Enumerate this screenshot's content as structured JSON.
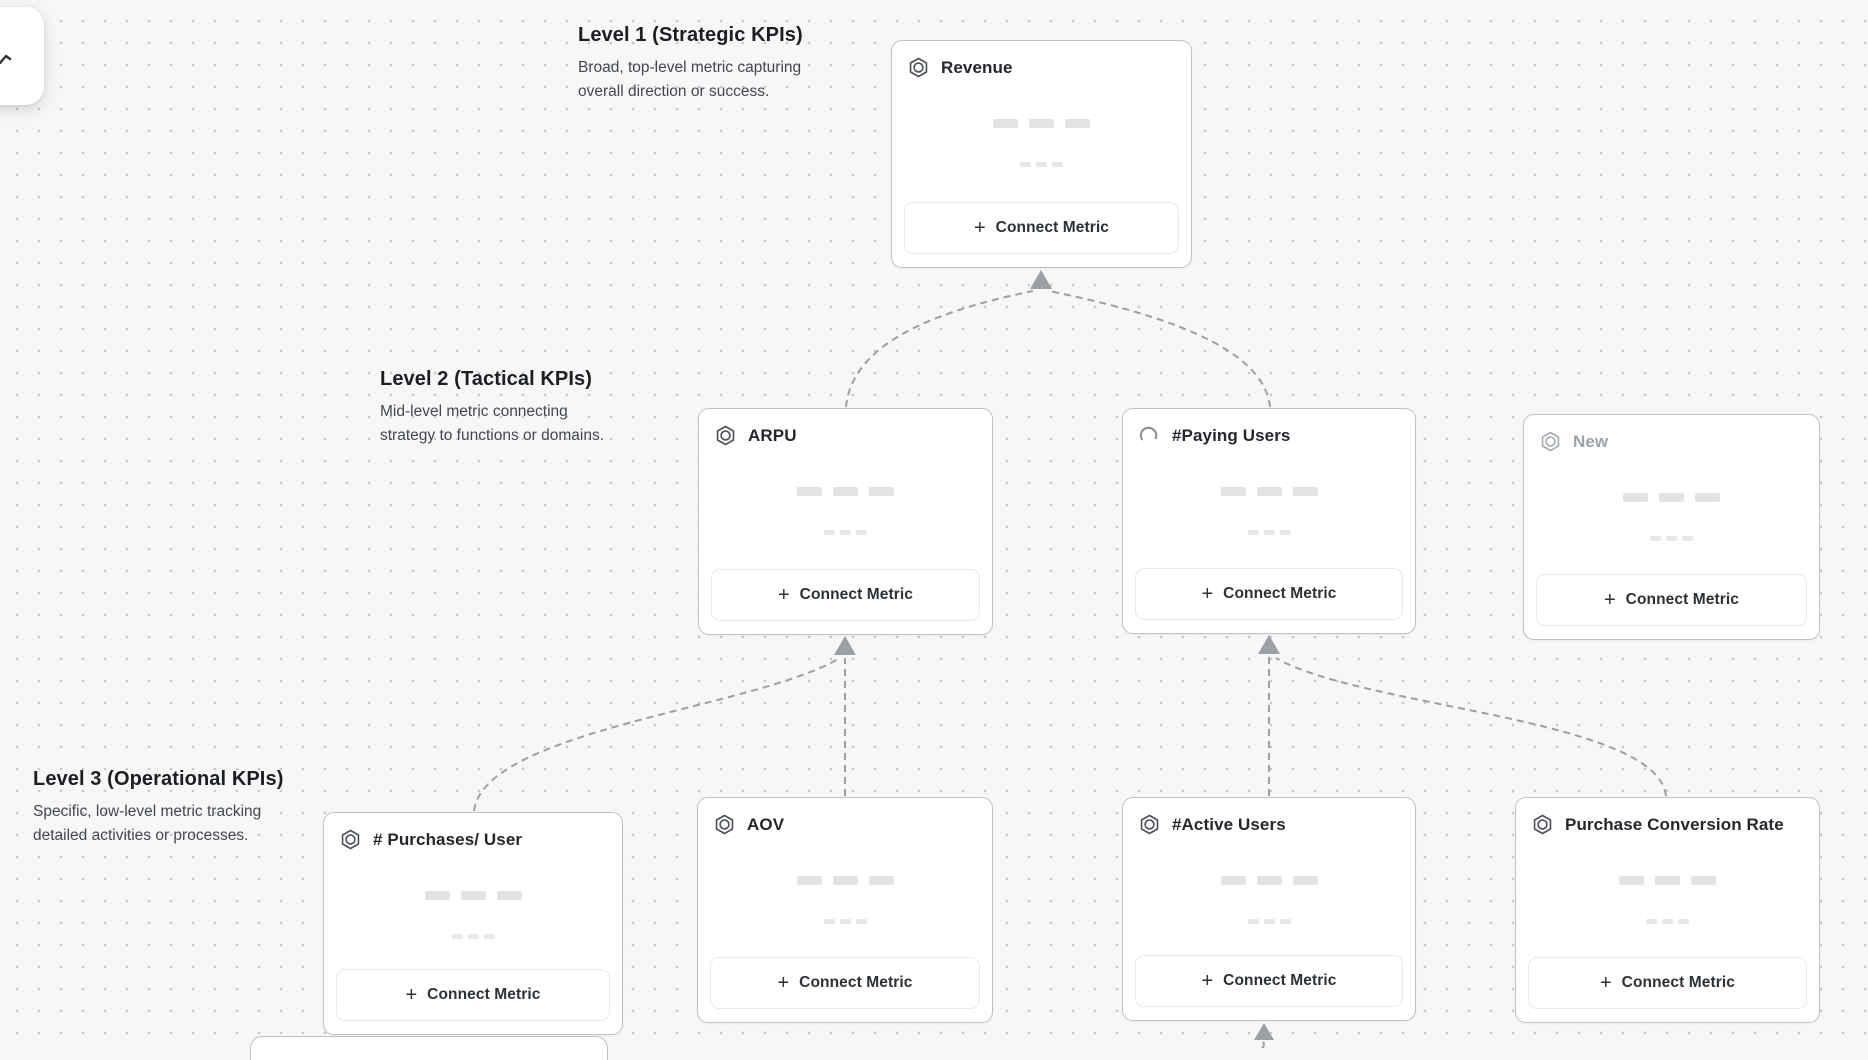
{
  "levels": [
    {
      "title": "Level 1 (Strategic KPIs)",
      "description": "Broad, top-level metric capturing overall direction or success."
    },
    {
      "title": "Level 2 (Tactical KPIs)",
      "description": "Mid-level metric connecting strategy to functions or domains."
    },
    {
      "title": "Level 3 (Operational KPIs)",
      "description": "Specific, low-level metric tracking detailed activities or processes."
    }
  ],
  "labels": {
    "connect_metric": "Connect Metric",
    "plus": "+"
  },
  "cards": [
    {
      "title": "Revenue",
      "icon": "hexagon-target-icon",
      "level": 1,
      "state": "default"
    },
    {
      "title": "ARPU",
      "icon": "hexagon-target-icon",
      "level": 2,
      "state": "default"
    },
    {
      "title": "#Paying Users",
      "icon": "spinner-icon",
      "level": 2,
      "state": "loading"
    },
    {
      "title": "New",
      "icon": "hexagon-target-icon",
      "level": 2,
      "state": "draft"
    },
    {
      "title": "# Purchases/ User",
      "icon": "hexagon-target-icon",
      "level": 3,
      "state": "default"
    },
    {
      "title": "AOV",
      "icon": "hexagon-target-icon",
      "level": 3,
      "state": "default"
    },
    {
      "title": "#Active Users",
      "icon": "hexagon-target-icon",
      "level": 3,
      "state": "default"
    },
    {
      "title": "Purchase Conversion Rate",
      "icon": "hexagon-target-icon",
      "level": 3,
      "state": "default"
    }
  ],
  "colors": {
    "canvas_bg": "#f7f7f8",
    "grid_dot": "#c8c9cb",
    "card_border": "#bfc3c7",
    "connector": "#9aa0a5",
    "card_title": "#24282d",
    "muted_title": "#9ba1a7"
  }
}
